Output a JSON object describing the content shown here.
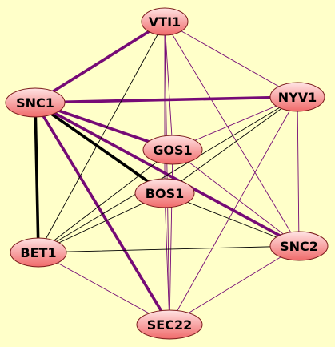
{
  "colors": {
    "background": "#ffffc9",
    "node_fill_light": "#ffe3e3",
    "node_fill_dark": "#f06a6a",
    "node_stroke": "#7a1a1a",
    "edge_purple": "#760a76",
    "edge_black": "#000000"
  },
  "network": {
    "nodes": [
      {
        "id": "VTI1",
        "label": "VTI1"
      },
      {
        "id": "SNC1",
        "label": "SNC1"
      },
      {
        "id": "NYV1",
        "label": "NYV1"
      },
      {
        "id": "GOS1",
        "label": "GOS1"
      },
      {
        "id": "BOS1",
        "label": "BOS1"
      },
      {
        "id": "BET1",
        "label": "BET1"
      },
      {
        "id": "SNC2",
        "label": "SNC2"
      },
      {
        "id": "SEC22",
        "label": "SEC22"
      }
    ],
    "edges": [
      {
        "source": "SNC1",
        "target": "VTI1",
        "color": "purple",
        "weight": "strong"
      },
      {
        "source": "SNC1",
        "target": "NYV1",
        "color": "purple",
        "weight": "strong"
      },
      {
        "source": "SNC1",
        "target": "GOS1",
        "color": "purple",
        "weight": "strong"
      },
      {
        "source": "SNC1",
        "target": "BOS1",
        "color": "black",
        "weight": "strong"
      },
      {
        "source": "SNC1",
        "target": "BET1",
        "color": "black",
        "weight": "strong"
      },
      {
        "source": "SNC1",
        "target": "SNC2",
        "color": "purple",
        "weight": "strong"
      },
      {
        "source": "SNC1",
        "target": "SEC22",
        "color": "purple",
        "weight": "strong"
      },
      {
        "source": "VTI1",
        "target": "NYV1",
        "color": "purple",
        "weight": "weak"
      },
      {
        "source": "VTI1",
        "target": "GOS1",
        "color": "purple",
        "weight": "weak"
      },
      {
        "source": "VTI1",
        "target": "BOS1",
        "color": "purple",
        "weight": "weak"
      },
      {
        "source": "VTI1",
        "target": "BET1",
        "color": "black",
        "weight": "weak"
      },
      {
        "source": "VTI1",
        "target": "SNC2",
        "color": "purple",
        "weight": "weak"
      },
      {
        "source": "VTI1",
        "target": "SEC22",
        "color": "purple",
        "weight": "weak"
      },
      {
        "source": "NYV1",
        "target": "GOS1",
        "color": "purple",
        "weight": "weak"
      },
      {
        "source": "NYV1",
        "target": "BOS1",
        "color": "black",
        "weight": "weak"
      },
      {
        "source": "NYV1",
        "target": "BET1",
        "color": "black",
        "weight": "weak"
      },
      {
        "source": "NYV1",
        "target": "SNC2",
        "color": "purple",
        "weight": "weak"
      },
      {
        "source": "NYV1",
        "target": "SEC22",
        "color": "purple",
        "weight": "weak"
      },
      {
        "source": "GOS1",
        "target": "BET1",
        "color": "black",
        "weight": "weak"
      },
      {
        "source": "GOS1",
        "target": "SNC2",
        "color": "purple",
        "weight": "weak"
      },
      {
        "source": "GOS1",
        "target": "SEC22",
        "color": "purple",
        "weight": "weak"
      },
      {
        "source": "BOS1",
        "target": "BET1",
        "color": "black",
        "weight": "weak"
      },
      {
        "source": "BOS1",
        "target": "SNC2",
        "color": "black",
        "weight": "weak"
      },
      {
        "source": "BOS1",
        "target": "SEC22",
        "color": "purple",
        "weight": "weak"
      },
      {
        "source": "BET1",
        "target": "SNC2",
        "color": "black",
        "weight": "weak"
      },
      {
        "source": "BET1",
        "target": "SEC22",
        "color": "purple",
        "weight": "weak"
      },
      {
        "source": "SNC2",
        "target": "SEC22",
        "color": "purple",
        "weight": "weak"
      }
    ]
  }
}
